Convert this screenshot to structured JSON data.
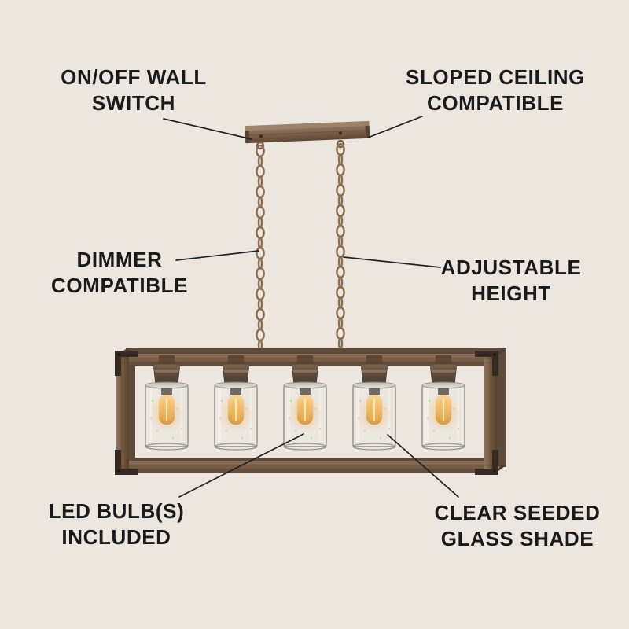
{
  "labels": {
    "wall_switch": {
      "text": "ON/OFF WALL\nSWITCH"
    },
    "sloped_ceiling": {
      "text": "SLOPED CEILING\nCOMPATIBLE"
    },
    "dimmer": {
      "text": "DIMMER\nCOMPATIBLE"
    },
    "adjustable": {
      "text": "ADJUSTABLE\nHEIGHT"
    },
    "led_bulb": {
      "text": "LED BULB(S)\nINCLUDED"
    },
    "glass_shade": {
      "text": "CLEAR SEEDED\nGLASS SHADE"
    }
  },
  "illustration": {
    "subject": "5-light wood linear chandelier with clear seeded glass shades",
    "bulb_count": 5
  },
  "colors": {
    "background": "#ece6df",
    "text": "#1a1a1a",
    "leader_line": "#222222",
    "wood": "#7a5f49",
    "wood_dark": "#54412f",
    "chain": "#8a6e52",
    "glass": "#e8e7df",
    "bulb_glow": "#f2b24e"
  }
}
